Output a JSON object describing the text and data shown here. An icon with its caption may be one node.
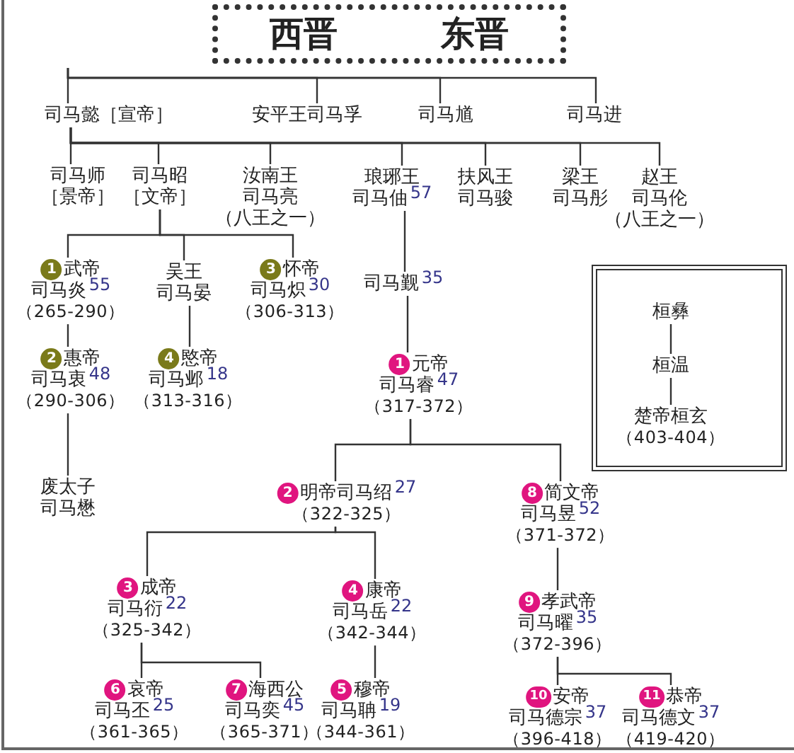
{
  "diagram": {
    "nodes": [
      {
        "text": [
          "西晋",
          "东晋"
        ]
      },
      {
        "text": [
          "司马懿［宣帝］"
        ]
      },
      {
        "text": [
          "安平王司马孚"
        ]
      },
      {
        "text": [
          "司马馗"
        ]
      },
      {
        "text": [
          "司马进"
        ]
      },
      {
        "text": [
          "司马师",
          "［景帝］"
        ]
      },
      {
        "text": [
          "司马昭",
          "［文帝］"
        ]
      },
      {
        "text": [
          "汝南王",
          "司马亮",
          "（八王之一）"
        ]
      },
      {
        "text": [
          "琅琊王",
          "司马伷",
          "57"
        ]
      },
      {
        "text": [
          "扶风王",
          "司马骏"
        ]
      },
      {
        "text": [
          "梁王",
          "司马彤"
        ]
      },
      {
        "text": [
          "赵王",
          "司马伦",
          "（八王之一）"
        ]
      },
      {
        "text": [
          "1",
          "武帝",
          "司马炎",
          "55",
          "（265-290）"
        ]
      },
      {
        "text": [
          "吴王",
          "司马晏"
        ]
      },
      {
        "text": [
          "3",
          "怀帝",
          "司马炽",
          "30",
          "（306-313）"
        ]
      },
      {
        "text": [
          "司马觐",
          "35"
        ]
      },
      {
        "text": [
          "2",
          "惠帝",
          "司马衷",
          "48",
          "（290-306）"
        ]
      },
      {
        "text": [
          "4",
          "愍帝",
          "司马邺",
          "18",
          "（313-316）"
        ]
      },
      {
        "text": [
          "1",
          "元帝",
          "司马睿",
          "47",
          "（317-372）"
        ]
      },
      {
        "text": [
          "废太子",
          "司马懋"
        ]
      },
      {
        "text": [
          "2",
          "明帝司马绍",
          "27",
          "（322-325）"
        ]
      },
      {
        "text": [
          "8",
          "简文帝",
          "司马昱",
          "52",
          "（371-372）"
        ]
      },
      {
        "text": [
          "3",
          "成帝",
          "司马衍",
          "22",
          "（325-342）"
        ]
      },
      {
        "text": [
          "4",
          "康帝",
          "司马岳",
          "22",
          "（342-344）"
        ]
      },
      {
        "text": [
          "9",
          "孝武帝",
          "司马曜",
          "35",
          "（372-396）"
        ]
      },
      {
        "text": [
          "6",
          "哀帝",
          "司马丕",
          "25",
          "（361-365）"
        ]
      },
      {
        "text": [
          "7",
          "海西公",
          "司马奕",
          "45",
          "（365-371）"
        ]
      },
      {
        "text": [
          "5",
          "穆帝",
          "司马聃",
          "19",
          "（344-361）"
        ]
      },
      {
        "text": [
          "10",
          "安帝",
          "司马德宗",
          "37",
          "（396-418）"
        ]
      },
      {
        "text": [
          "11",
          "恭帝",
          "司马德文",
          "37",
          "（419-420）"
        ]
      },
      {
        "text": [],
        "shape": "box"
      },
      {
        "text": [
          "桓彝"
        ],
        "in": 30
      },
      {
        "text": [
          "桓温"
        ],
        "in": 30
      },
      {
        "text": [
          "楚帝桓玄",
          "（403-404）"
        ],
        "in": 30
      }
    ],
    "edges": [
      {
        "from": null,
        "to": 1,
        "arrow": "none"
      },
      {
        "from": null,
        "to": 2,
        "arrow": "none"
      },
      {
        "from": null,
        "to": 3,
        "arrow": "none"
      },
      {
        "from": null,
        "to": 4,
        "arrow": "none"
      },
      {
        "from": 1,
        "to": 5,
        "arrow": "none"
      },
      {
        "from": 1,
        "to": 6,
        "arrow": "none"
      },
      {
        "from": 1,
        "to": 7,
        "arrow": "none"
      },
      {
        "from": 1,
        "to": 8,
        "arrow": "none"
      },
      {
        "from": 1,
        "to": 9,
        "arrow": "none"
      },
      {
        "from": 1,
        "to": 10,
        "arrow": "none"
      },
      {
        "from": 1,
        "to": 11,
        "arrow": "none"
      },
      {
        "from": 6,
        "to": 12,
        "arrow": "none"
      },
      {
        "from": 6,
        "to": 13,
        "arrow": "none"
      },
      {
        "from": 6,
        "to": 14,
        "arrow": "none"
      },
      {
        "from": 8,
        "to": 15,
        "arrow": "none"
      },
      {
        "from": 12,
        "to": 16,
        "arrow": "none"
      },
      {
        "from": 13,
        "to": 17,
        "arrow": "none"
      },
      {
        "from": 15,
        "to": 18,
        "arrow": "none"
      },
      {
        "from": 16,
        "to": 19,
        "arrow": "none"
      },
      {
        "from": 18,
        "to": 20,
        "arrow": "none"
      },
      {
        "from": 18,
        "to": 21,
        "arrow": "none"
      },
      {
        "from": 20,
        "to": 22,
        "arrow": "none"
      },
      {
        "from": 20,
        "to": 23,
        "arrow": "none"
      },
      {
        "from": 21,
        "to": 24,
        "arrow": "none"
      },
      {
        "from": 22,
        "to": 25,
        "arrow": "none"
      },
      {
        "from": 22,
        "to": 26,
        "arrow": "none"
      },
      {
        "from": 23,
        "to": 27,
        "arrow": "none"
      },
      {
        "from": 24,
        "to": 28,
        "arrow": "none"
      },
      {
        "from": 24,
        "to": 29,
        "arrow": "none"
      },
      {
        "from": 31,
        "to": 32,
        "arrow": "none"
      },
      {
        "from": 32,
        "to": 33,
        "arrow": "none"
      }
    ]
  }
}
